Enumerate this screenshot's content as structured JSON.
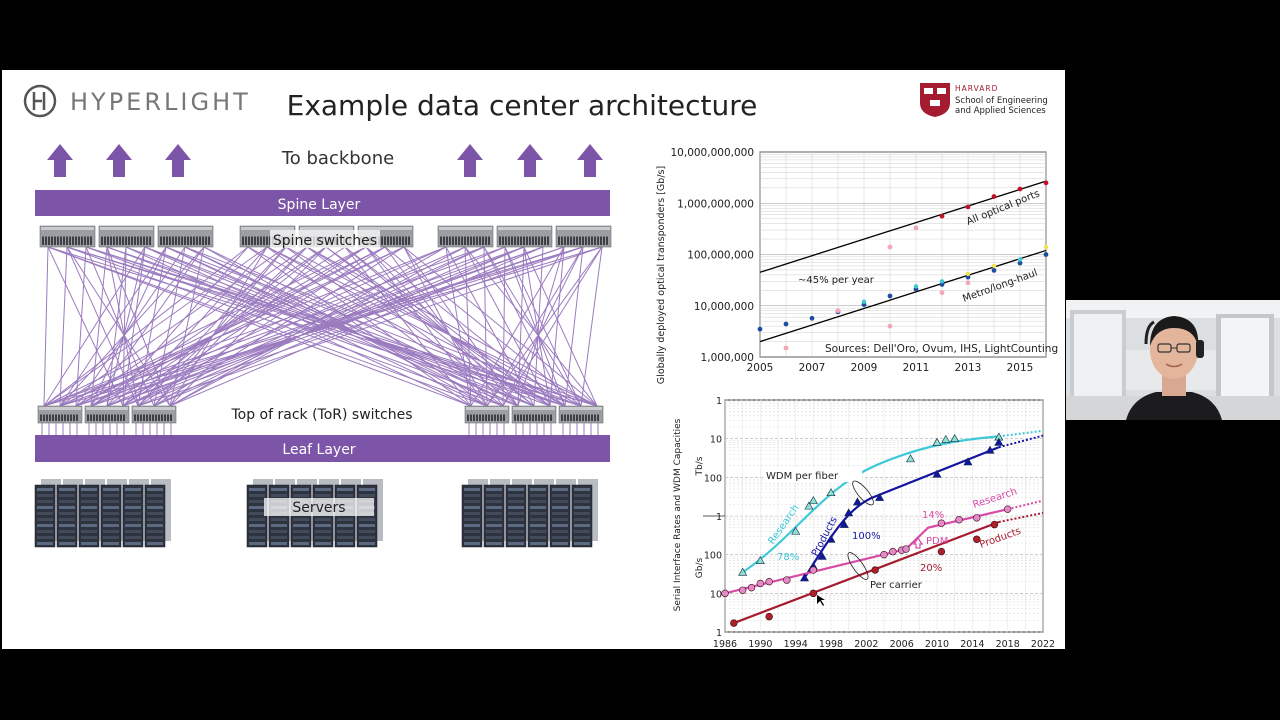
{
  "slide": {
    "title": "Example data center architecture",
    "logo_left_text": "HYPERLIGHT",
    "logo_right": {
      "line1": "HARVARD",
      "line2": "School of Engineering",
      "line3": "and Applied Sciences"
    }
  },
  "diagram": {
    "backbone_label": "To backbone",
    "spine_layer_label": "Spine Layer",
    "spine_switches_label": "Spine switches",
    "tor_label": "Top of rack (ToR) switches",
    "leaf_layer_label": "Leaf Layer",
    "servers_label": "Servers",
    "accent_color": "#7d55a8"
  },
  "chart_data": [
    {
      "type": "scatter",
      "ylabel": "Globally deployed optical transponders [Gb/s]",
      "xlim": [
        2005,
        2016
      ],
      "ylim": [
        1000000,
        10000000000
      ],
      "yscale": "log",
      "xticks": [
        "2005",
        "2007",
        "2009",
        "2011",
        "2013",
        "2015"
      ],
      "yticks": [
        "1,000,000",
        "10,000,000",
        "100,000,000",
        "1,000,000,000",
        "10,000,000,000"
      ],
      "annotations": [
        "All optical ports",
        "Metro/long-haul",
        "~45% per year",
        "Sources: Dell'Oro, Ovum, IHS, LightCounting"
      ],
      "series": [
        {
          "values": [
            [
              2012,
              560000000
            ],
            [
              2013,
              850000000
            ],
            [
              2014,
              1350000000
            ],
            [
              2015,
              1900000000
            ],
            [
              2016,
              2500000000
            ]
          ]
        },
        {
          "values": [
            [
              2005,
              3500000
            ],
            [
              2006,
              4400000
            ],
            [
              2007,
              5700000
            ],
            [
              2008,
              7600000
            ],
            [
              2009,
              10500000
            ],
            [
              2010,
              15500000
            ],
            [
              2011,
              21000000
            ],
            [
              2012,
              26000000
            ],
            [
              2013,
              36000000
            ],
            [
              2014,
              49000000
            ],
            [
              2015,
              68000000
            ],
            [
              2016,
              100000000
            ]
          ]
        },
        {
          "values": [
            [
              2006,
              1500000
            ],
            [
              2008,
              8000000
            ],
            [
              2010,
              140000000
            ],
            [
              2011,
              330000000
            ],
            [
              2010,
              4000000
            ],
            [
              2012,
              18000000
            ],
            [
              2013,
              28000000
            ]
          ]
        }
      ],
      "grid": true
    },
    {
      "type": "scatter",
      "ylabel": "Serial Interface Rates and WDM Capacities",
      "xlim": [
        1986,
        2022
      ],
      "xticks": [
        "1986",
        "1990",
        "1994",
        "1998",
        "2002",
        "2006",
        "2010",
        "2014",
        "2018",
        "2022"
      ],
      "yticks_upper": [
        "1",
        "10",
        "100",
        "1"
      ],
      "yticks_lower": [
        "1",
        "10",
        "100"
      ],
      "unit_upper": "Tb/s",
      "unit_lower": "Gb/s",
      "annotations": [
        "WDM per fiber",
        "Per carrier",
        "Research",
        "Products",
        "78%",
        "100%",
        "14%",
        "PDM",
        "20%",
        "Research",
        "Products"
      ],
      "series": [
        {
          "values": [
            [
              1988,
              35
            ],
            [
              1990,
              70
            ],
            [
              1994,
              400
            ],
            [
              1995.5,
              1800
            ],
            [
              1996,
              2500
            ],
            [
              1998,
              4000
            ],
            [
              2000.5,
              12000
            ],
            [
              2007,
              30000
            ],
            [
              2010,
              80000
            ],
            [
              2011,
              95000
            ],
            [
              2012,
              100000
            ],
            [
              2017,
              110000
            ]
          ]
        },
        {
          "values": [
            [
              1995,
              25
            ],
            [
              1996,
              50
            ],
            [
              1997,
              90
            ],
            [
              1998,
              250
            ],
            [
              1999.5,
              600
            ],
            [
              2000,
              1200
            ],
            [
              2001,
              2300
            ],
            [
              2003.5,
              3000
            ],
            [
              2010,
              12000
            ],
            [
              2013.5,
              25000
            ],
            [
              2016,
              50000
            ],
            [
              2017,
              80000
            ]
          ]
        },
        {
          "values": [
            [
              1986,
              10
            ],
            [
              1988,
              12
            ],
            [
              1989,
              14
            ],
            [
              1990,
              18
            ],
            [
              1991,
              20
            ],
            [
              1993,
              22
            ],
            [
              1996,
              40
            ],
            [
              2004,
              100
            ],
            [
              2005,
              120
            ],
            [
              2006,
              130
            ],
            [
              2006.5,
              140
            ],
            [
              2010.5,
              650
            ],
            [
              2012.5,
              800
            ],
            [
              2014.5,
              900
            ],
            [
              2018,
              1500
            ]
          ]
        },
        {
          "values": [
            [
              1987,
              1.7
            ],
            [
              1991,
              2.5
            ],
            [
              1996,
              10
            ],
            [
              2003,
              40
            ],
            [
              2010.5,
              120
            ],
            [
              2014.5,
              250
            ],
            [
              2016.5,
              600
            ]
          ]
        }
      ],
      "grid": true
    }
  ],
  "webcam": {
    "description_icon": "presenter-video-icon"
  }
}
